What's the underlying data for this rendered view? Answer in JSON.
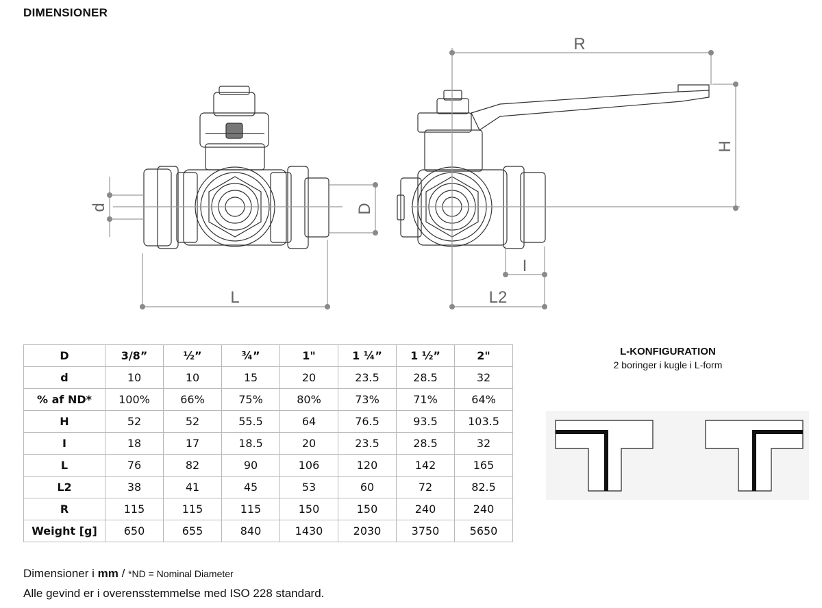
{
  "title": "DIMENSIONER",
  "drawing": {
    "labels": {
      "d": "d",
      "D": "D",
      "L": "L",
      "R": "R",
      "H": "H",
      "I": "I",
      "L2": "L2"
    }
  },
  "table": {
    "header": {
      "label": "D",
      "values": [
        "3/8”",
        "½”",
        "¾”",
        "1\"",
        "1 ¼”",
        "1 ½”",
        "2\""
      ]
    },
    "rows": [
      {
        "label": "d",
        "values": [
          "10",
          "10",
          "15",
          "20",
          "23.5",
          "28.5",
          "32"
        ]
      },
      {
        "label": "% af ND*",
        "values": [
          "100%",
          "66%",
          "75%",
          "80%",
          "73%",
          "71%",
          "64%"
        ]
      },
      {
        "label": "H",
        "values": [
          "52",
          "52",
          "55.5",
          "64",
          "76.5",
          "93.5",
          "103.5"
        ]
      },
      {
        "label": "I",
        "values": [
          "18",
          "17",
          "18.5",
          "20",
          "23.5",
          "28.5",
          "32"
        ]
      },
      {
        "label": "L",
        "values": [
          "76",
          "82",
          "90",
          "106",
          "120",
          "142",
          "165"
        ]
      },
      {
        "label": "L2",
        "values": [
          "38",
          "41",
          "45",
          "53",
          "60",
          "72",
          "82.5"
        ]
      },
      {
        "label": "R",
        "values": [
          "115",
          "115",
          "115",
          "150",
          "150",
          "240",
          "240"
        ]
      },
      {
        "label": "Weight [g]",
        "values": [
          "650",
          "655",
          "840",
          "1430",
          "2030",
          "3750",
          "5650"
        ]
      }
    ]
  },
  "l_config": {
    "title": "L-KONFIGURATION",
    "subtitle": "2 boringer i kugle i L-form"
  },
  "notes": {
    "line1_prefix": "Dimensioner i ",
    "line1_unit": "mm",
    "line1_sep": " / ",
    "line1_nd": "*ND = Nominal Diameter",
    "line2": "Alle gevind er i overensstemmelse med ISO 228 standard."
  }
}
